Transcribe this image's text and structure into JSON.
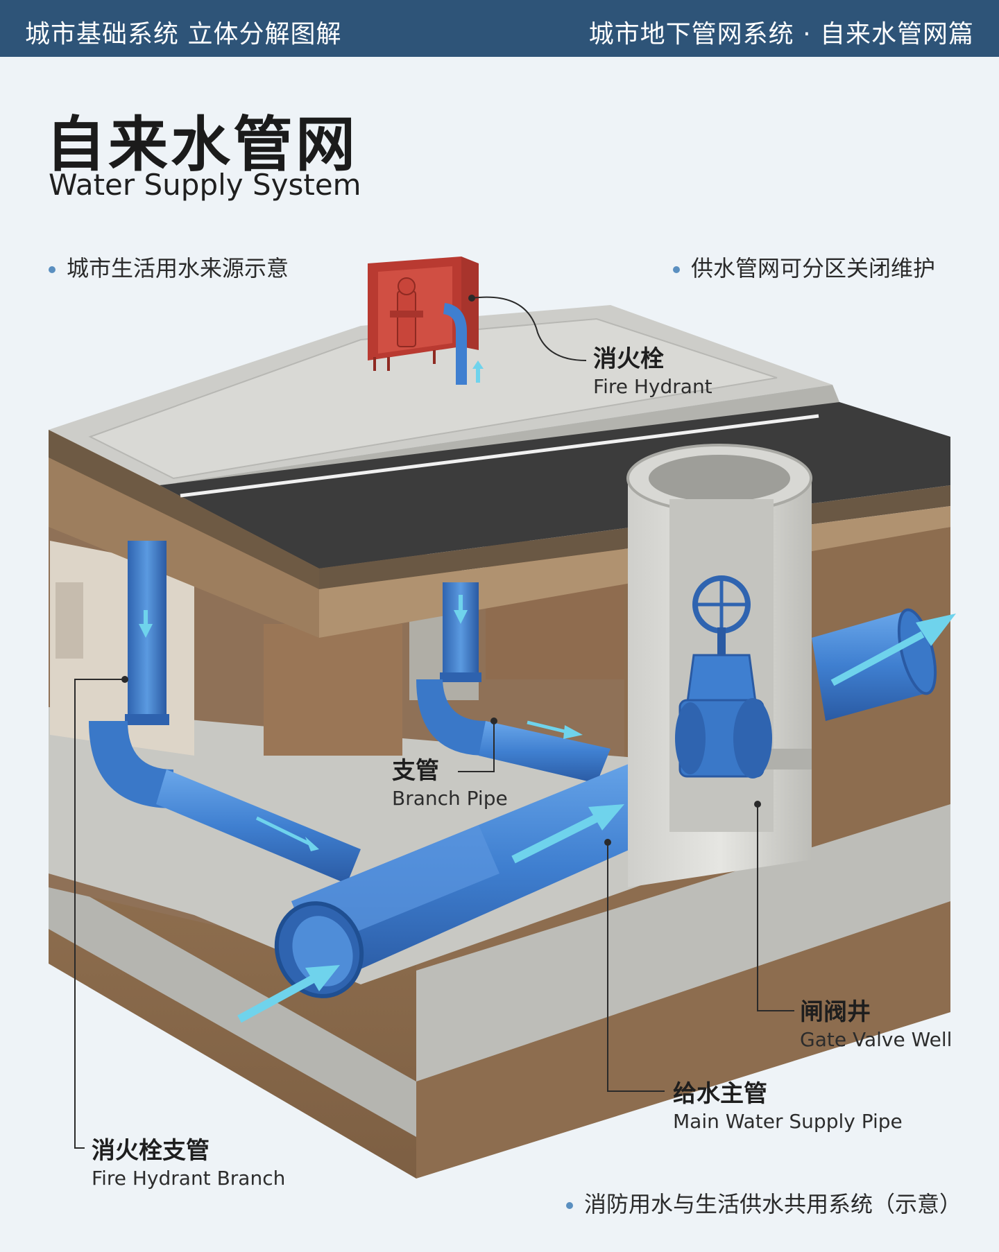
{
  "header": {
    "left": "城市基础系统  立体分解图解",
    "right": "城市地下管网系统 · 自来水管网篇"
  },
  "title": {
    "cn": "自来水管网",
    "en": "Water Supply System"
  },
  "notes": {
    "top_left": "城市生活用水来源示意",
    "top_right": "供水管网可分区关闭维护",
    "bottom_right": "消防用水与生活供水共用系统（示意）"
  },
  "labels": {
    "fire_hydrant": {
      "cn": "消火栓",
      "en": "Fire Hydrant"
    },
    "branch_pipe": {
      "cn": "支管",
      "en": "Branch Pipe"
    },
    "gate_valve_well": {
      "cn": "闸阀井",
      "en": "Gate Valve Well"
    },
    "main_pipe": {
      "cn": "给水主管",
      "en": "Main Water Supply Pipe"
    },
    "hydrant_branch": {
      "cn": "消火栓支管",
      "en": "Fire Hydrant Branch"
    }
  },
  "colors": {
    "header_bg": "#2e5478",
    "pipe_blue": "#3f7fd0",
    "flow_arrow": "#6fd3ec",
    "hydrant_red": "#c8453a",
    "asphalt": "#3c3c3c",
    "soil": "#9b7a5a",
    "concrete": "#c9c9c4"
  },
  "icons": [
    "fire-hydrant-icon",
    "gate-valve-icon",
    "flow-arrow-icon"
  ]
}
